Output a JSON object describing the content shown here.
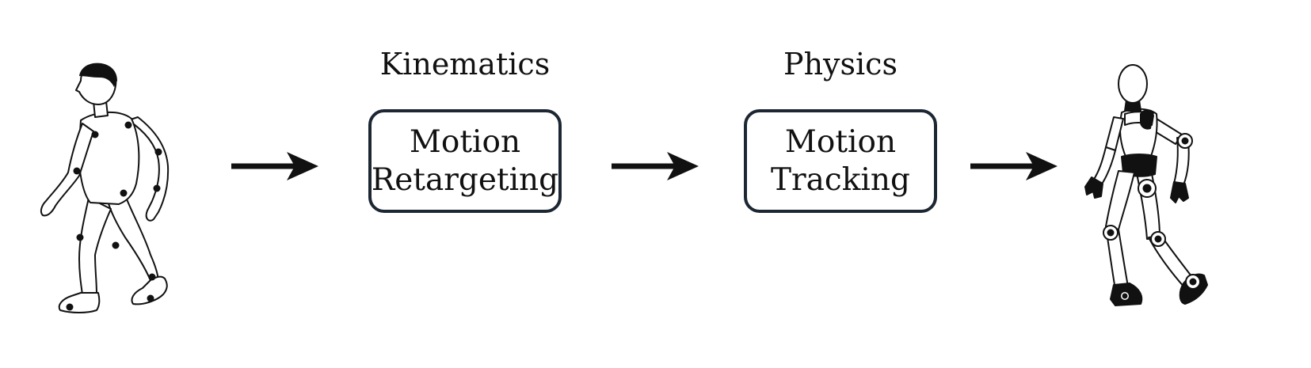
{
  "diagram": {
    "stages": [
      {
        "category": "Kinematics",
        "lines": [
          "Motion",
          "Retargeting"
        ]
      },
      {
        "category": "Physics",
        "lines": [
          "Motion",
          "Tracking"
        ]
      }
    ],
    "source_icon": "human-walking-with-motion-capture-markers-icon",
    "target_icon": "humanoid-robot-walking-icon",
    "arrow_icon": "right-arrow-icon",
    "colors": {
      "ink": "#111111",
      "box_border": "#1c2733",
      "background": "#ffffff"
    }
  }
}
